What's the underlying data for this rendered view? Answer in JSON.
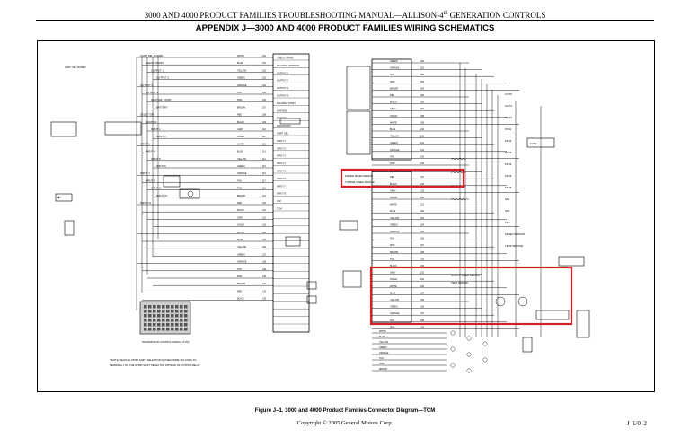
{
  "header": {
    "manual_title_prefix": "3000 AND 4000 PRODUCT FAMILIES TROUBLESHOOTING MANUAL—ALLISON-4",
    "manual_title_sup": "th",
    "manual_title_suffix": " GENERATION CONTROLS"
  },
  "appendix_title": "APPENDIX J—3000 AND 4000 PRODUCT FAMILIES WIRING SCHEMATICS",
  "diagram": {
    "left_labels": [
      "SHIFT SEL POWER",
      "CHECK TRANS",
      "OUTPUT 1",
      "OUTPUT 2",
      "OUTPUT 3",
      "OUTPUT 4",
      "NEUTRAL START",
      "BATTERY",
      "SELECTOR",
      "IGNITION",
      "INPUT 1",
      "INPUT 2",
      "INPUT 3",
      "INPUT 4",
      "INPUT 5",
      "INPUT 6",
      "INPUT 7",
      "INPUT 8",
      "INPUT 9",
      "INPUT 10",
      "INPUT 11"
    ],
    "center_labels": [
      "CHECK TRANS",
      "REVERSE WARNING",
      "OUTPUT 1",
      "OUTPUT 2",
      "OUTPUT 3",
      "OUTPUT 4",
      "NEUTRAL START",
      "IGNITION",
      "BATTERY",
      "DIAGNOSTIC",
      "SHIFT SEL",
      "INPUT 1",
      "INPUT 2",
      "INPUT 3",
      "INPUT 4",
      "INPUT 5",
      "INPUT 6",
      "INPUT 7",
      "INPUT 8",
      "VIM",
      "TCM"
    ],
    "wire_labels": [
      "WHITE",
      "BLUE",
      "YELLOW",
      "GREEN",
      "ORANGE",
      "TAN",
      "PINK",
      "BROWN",
      "RED",
      "BLACK",
      "GRAY",
      "VIOLET"
    ],
    "right_labels": [
      "C3 PS",
      "C2 PS",
      "C1 PS",
      "PCS1",
      "PCS2",
      "PCS3",
      "PCS4",
      "PCS5",
      "PCS6",
      "SS1",
      "SS2",
      "TCC",
      "SPEED SENSOR",
      "TEMP SENSOR"
    ],
    "highlight_1_lines": [
      "ENGINE SPEED SENSOR",
      "TURBINE SPEED SENSOR"
    ],
    "highlight_2_lines": [
      "OUTPUT SPEED SENSOR",
      "TEMP SENSOR"
    ],
    "tcm_label": "TRANSMISSION CONTROL MODULE (TCM)",
    "note_line1": "* NOTE: VEHICLE STRIP SHIFT SELECTOR IS USED, WIRE 143 GOES TO",
    "note_line2": "TERMINAL J ON THE STRIP SHIFT SELECTOR INSTEAD OF OUTPUT RELAY",
    "highlight_color": "#d61f26",
    "line_color": "#000000"
  },
  "caption": "Figure J–1.  3000 and 4000 Product Families Connector Diagram—TCM",
  "copyright": "Copyright © 2005 General Motors Corp.",
  "page_number": "J–1/0–2"
}
